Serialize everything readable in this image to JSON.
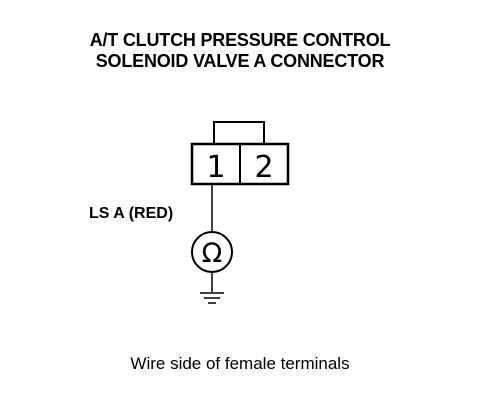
{
  "title": {
    "line1": "A/T CLUTCH PRESSURE CONTROL",
    "line2": "SOLENOID VALVE A CONNECTOR"
  },
  "connector": {
    "terminal_1": "1",
    "terminal_2": "2"
  },
  "wire_label": "LS A (RED)",
  "meter_symbol": "Ω",
  "caption": "Wire side of female terminals"
}
